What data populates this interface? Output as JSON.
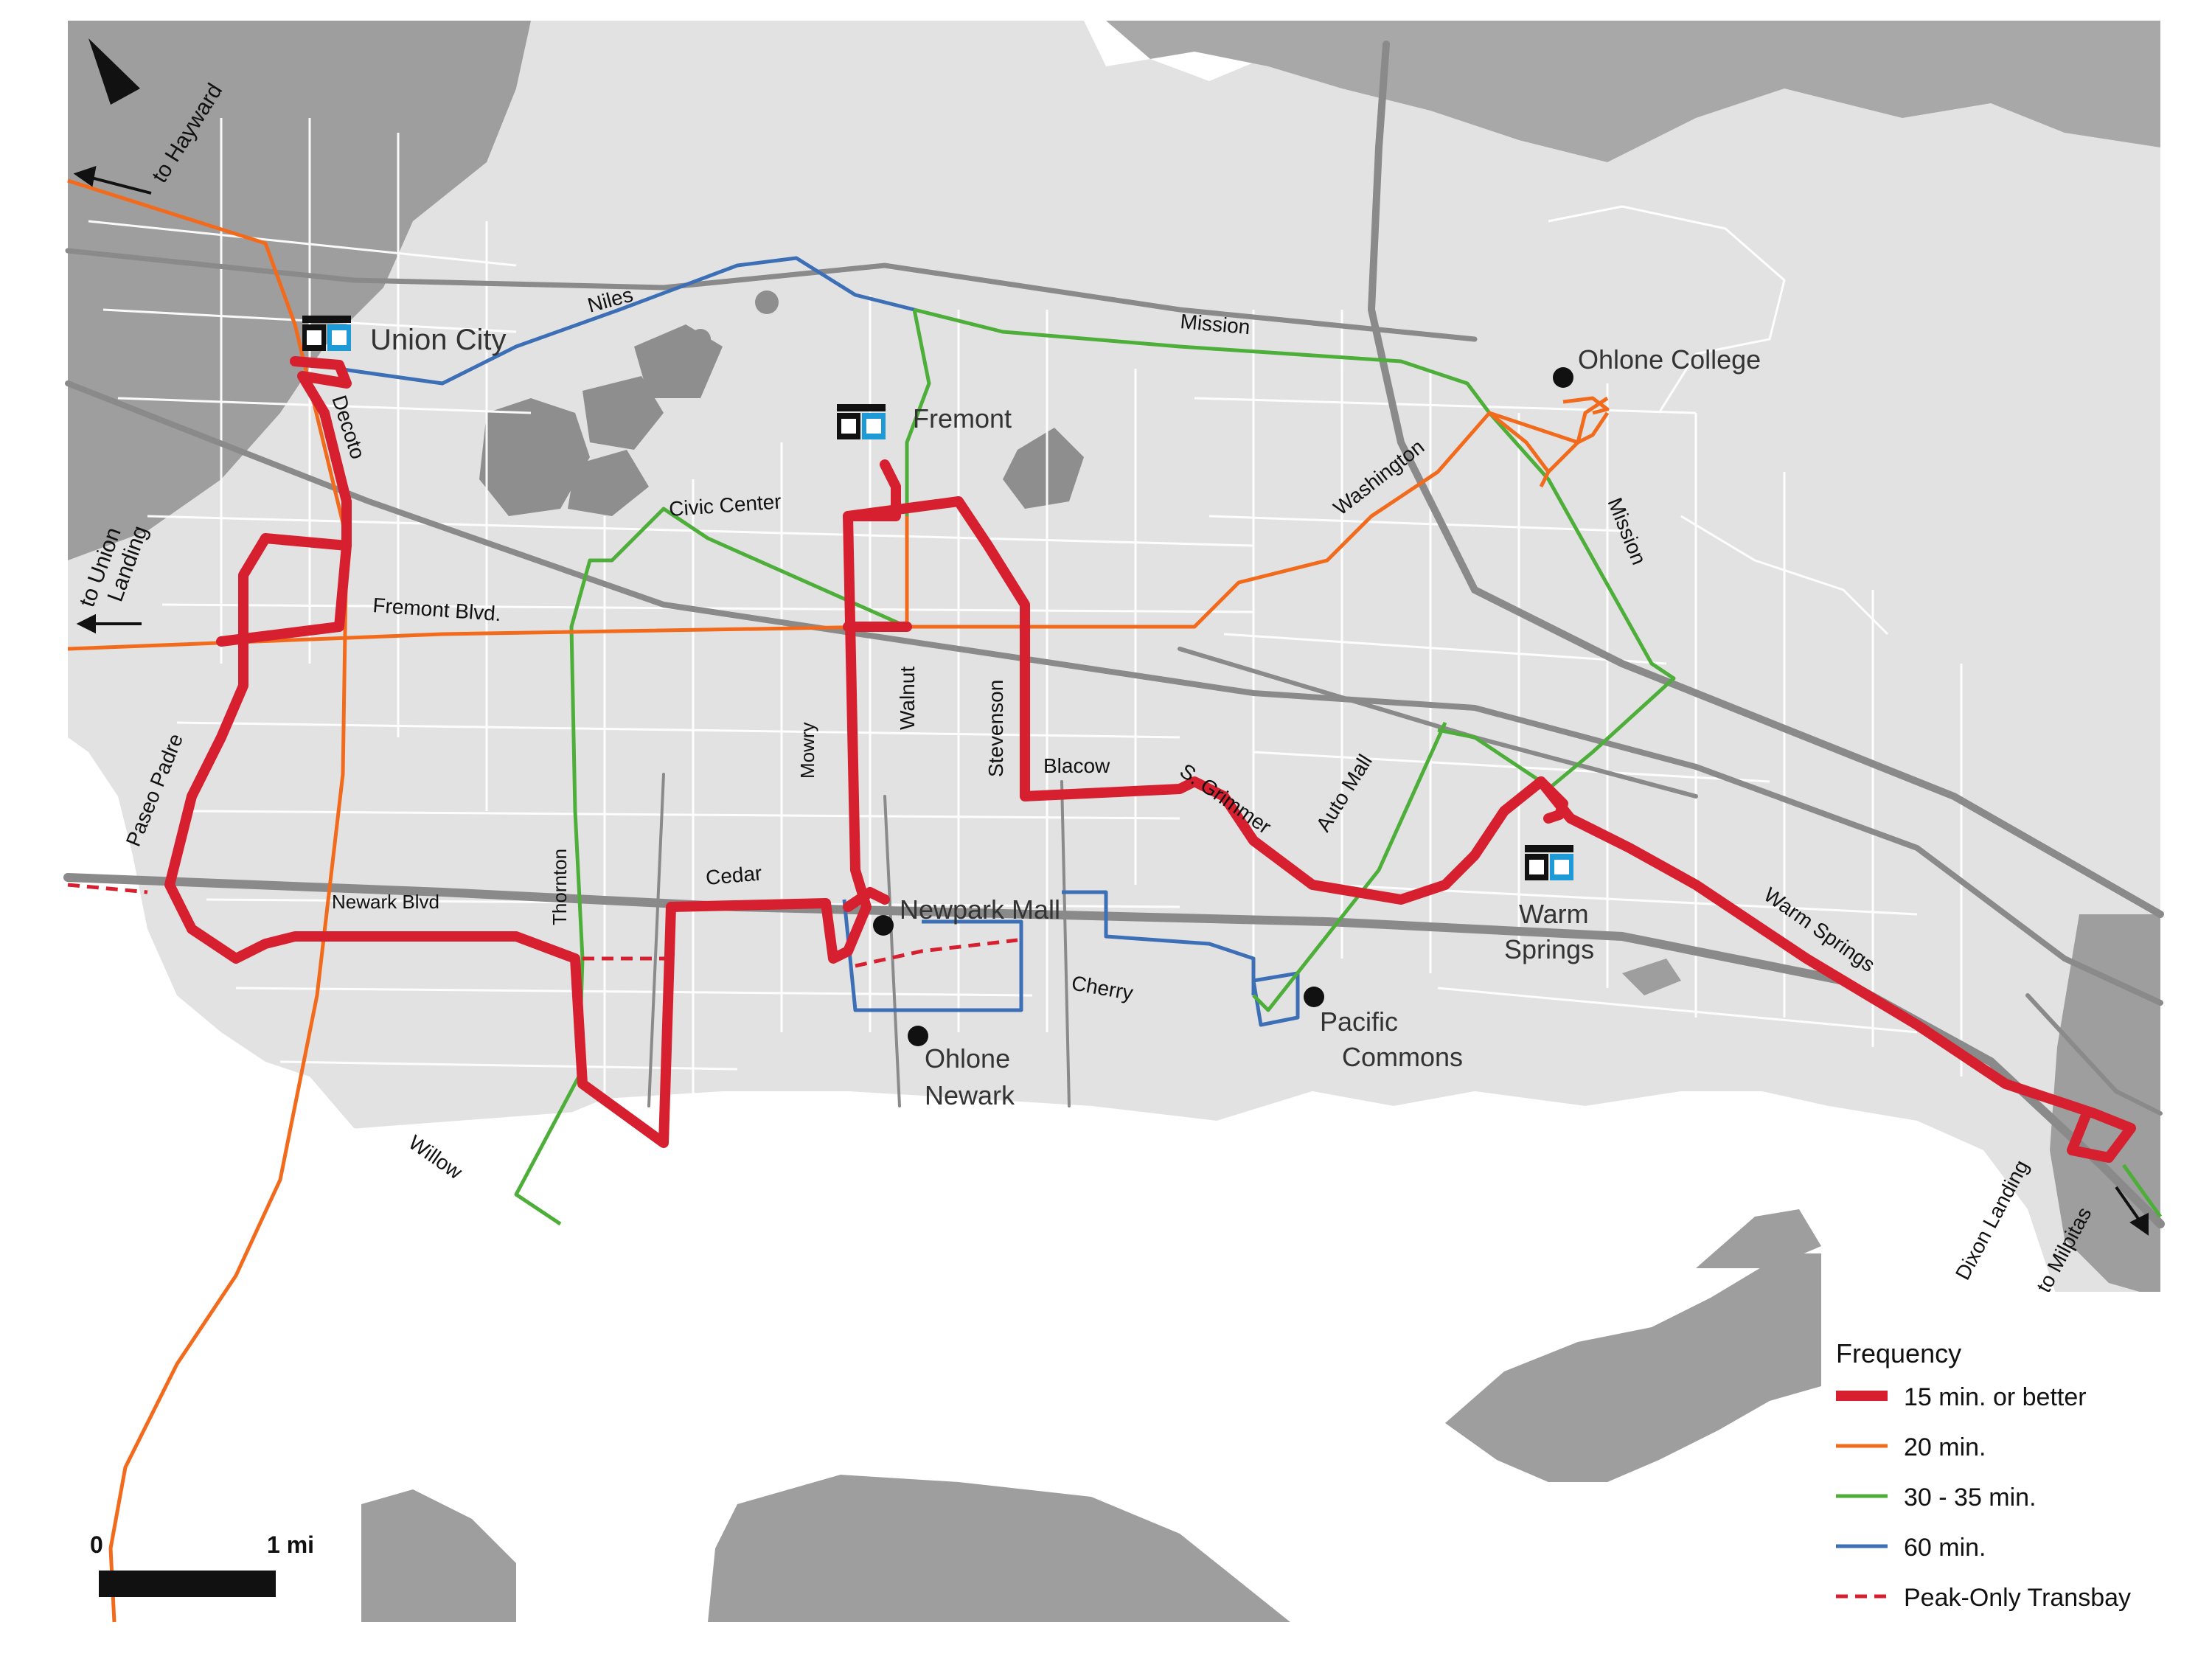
{
  "streets": {
    "niles": "Niles",
    "mission_north": "Mission",
    "decoto": "Decoto",
    "washington": "Washington",
    "mission_east": "Mission",
    "civic_center": "Civic Center",
    "fremont_blvd": "Fremont Blvd.",
    "paseo_padre": "Paseo Padre",
    "walnut": "Walnut",
    "mowry": "Mowry",
    "stevenson": "Stevenson",
    "blacow": "Blacow",
    "s_grimmer": "S. Grimmer",
    "auto_mall": "Auto Mall",
    "warm_springs_road": "Warm Springs",
    "cedar": "Cedar",
    "thornton": "Thornton",
    "newark_blvd": "Newark Blvd",
    "cherry": "Cherry",
    "willow": "Willow",
    "dixon_landing": "Dixon Landing"
  },
  "stations": {
    "union_city": "Union City",
    "fremont": "Fremont",
    "warm_springs_1": "Warm",
    "warm_springs_2": "Springs",
    "bart_mark": "BART"
  },
  "landmarks": {
    "ohlone_college": "Ohlone College",
    "newpark_mall": "Newpark Mall",
    "ohlone_newark_1": "Ohlone",
    "ohlone_newark_2": "Newark",
    "pacific_commons_1": "Pacific",
    "pacific_commons_2": "Commons"
  },
  "directions": {
    "to_hayward": "to Hayward",
    "to_union_landing_1": "to Union",
    "to_union_landing_2": "Landing",
    "to_milpitas": "to Milpitas"
  },
  "scale": {
    "start": "0",
    "end": "1 mi"
  },
  "legend": {
    "title": "Frequency",
    "items": [
      {
        "label": "15 min. or better",
        "color": "#d6202f",
        "style": "thick"
      },
      {
        "label": "20 min.",
        "color": "#f26b1d",
        "style": "solid"
      },
      {
        "label": "30 - 35 min.",
        "color": "#4eae3a",
        "style": "solid"
      },
      {
        "label": "60 min.",
        "color": "#3d6fb6",
        "style": "solid"
      },
      {
        "label": "Peak-Only Transbay",
        "color": "#d6202f",
        "style": "dashed"
      }
    ]
  },
  "colors": {
    "frequent": "#d6202f",
    "twenty": "#f26b1d",
    "thirty": "#4eae3a",
    "sixty": "#3d6fb6",
    "land": "#e2e2e2",
    "hills": "#a8a8a8",
    "road": "#ffffff"
  },
  "icons": {
    "north_arrow": "north-arrow-icon",
    "bart_logo": "bart-logo-icon",
    "poi_dot": "poi-dot-icon"
  }
}
